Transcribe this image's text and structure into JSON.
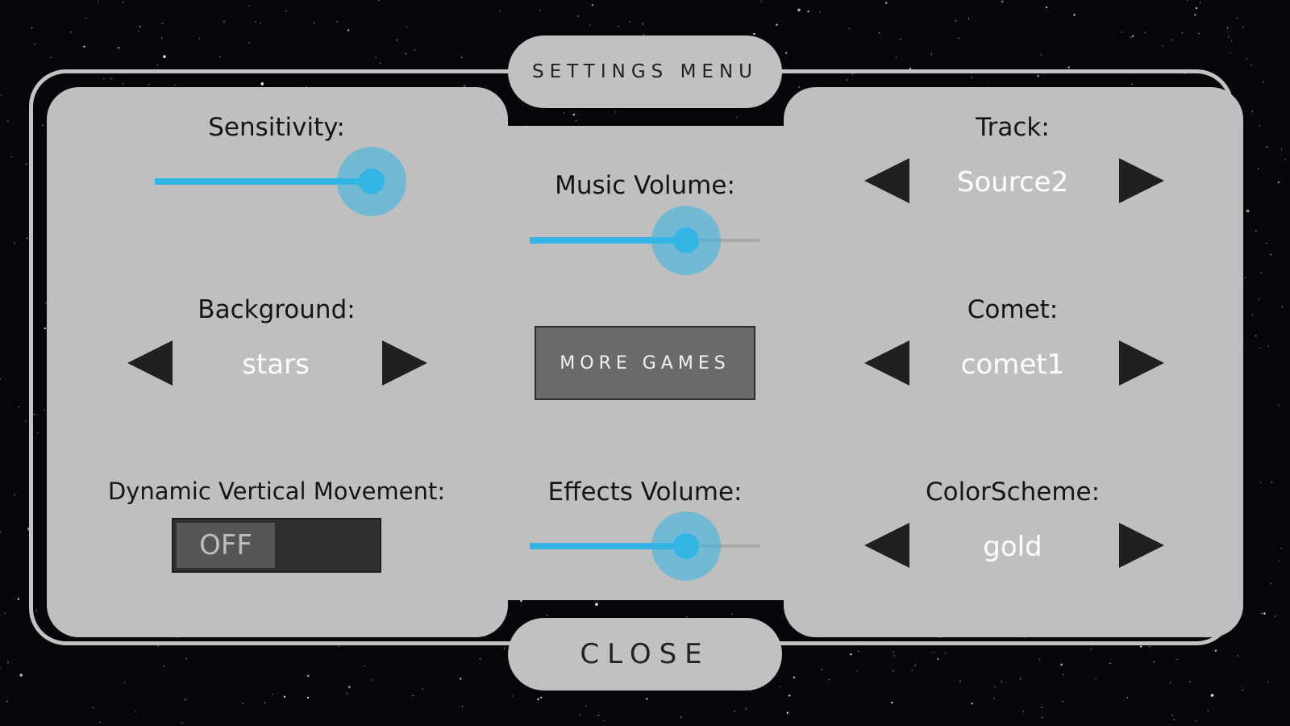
{
  "title": "SETTINGS  MENU",
  "close_label": "CLOSE",
  "more_games_label": "MORE  GAMES",
  "left": {
    "sensitivity": {
      "label": "Sensitivity:",
      "level": 0.98
    },
    "background": {
      "label": "Background:",
      "value": "stars"
    },
    "dynamic": {
      "label": "Dynamic Vertical Movement:",
      "toggle_text": "OFF"
    }
  },
  "center": {
    "music": {
      "label": "Music Volume:",
      "level": 0.68
    },
    "effects": {
      "label": "Effects Volume:",
      "level": 0.68
    }
  },
  "right": {
    "track": {
      "label": "Track:",
      "value": "Source2"
    },
    "comet": {
      "label": "Comet:",
      "value": "comet1"
    },
    "colorscheme": {
      "label": "ColorScheme:",
      "value": "gold"
    }
  },
  "colors": {
    "accent": "#33b5e5",
    "panel": "#bfbfbf",
    "background": "#05060a"
  },
  "icons": {
    "prev": "triangle-left-icon",
    "next": "triangle-right-icon"
  }
}
